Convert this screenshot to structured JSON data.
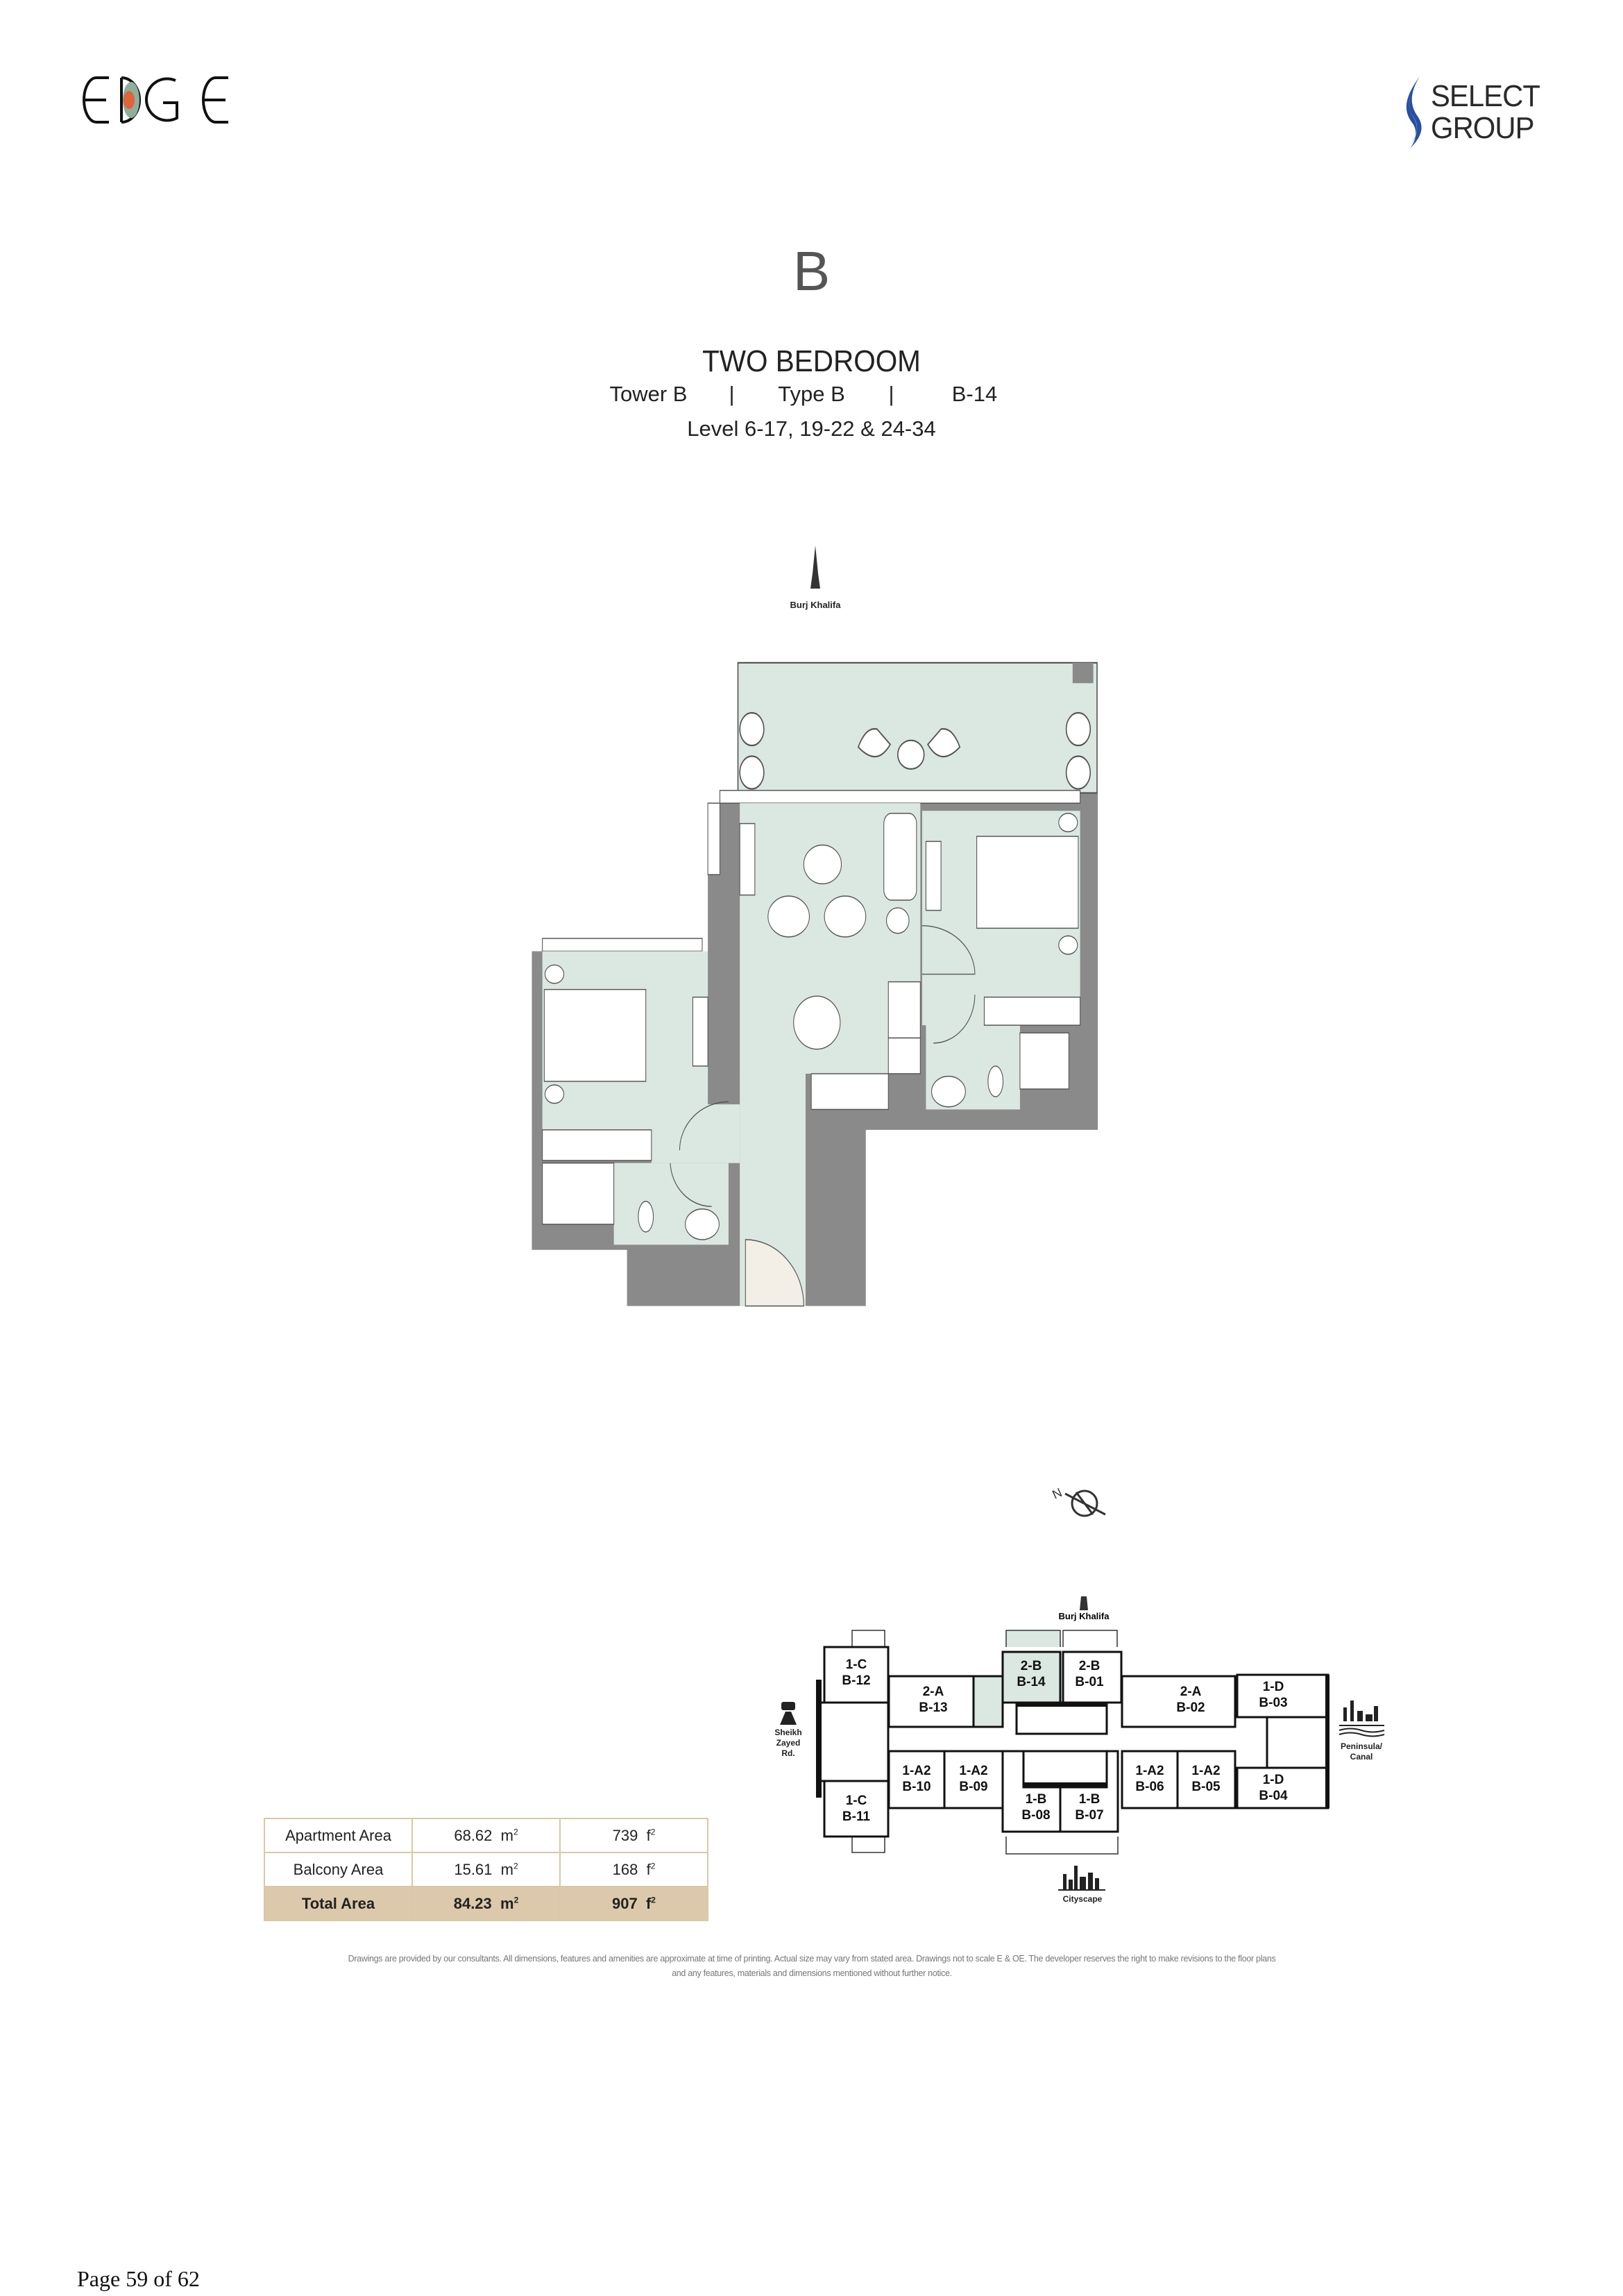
{
  "header": {
    "left_logo": "EDGE",
    "right_logo_line1": "SELECT",
    "right_logo_line2": "GROUP"
  },
  "unit": {
    "type_letter": "B",
    "title": "TWO BEDROOM",
    "tower": "Tower B",
    "separator": "|",
    "type": "Type B",
    "unit_no": "B-14",
    "levels": "Level 6-17, 19-22 & 24-34"
  },
  "floor_plan": {
    "view_label": "Burj Khalifa",
    "colors": {
      "interior": "#dbe8e2",
      "walls": "#8a8a8a",
      "entry": "#f3efe6"
    }
  },
  "key_plan": {
    "compass_label": "N",
    "top_label": "Burj Khalifa",
    "left_label": [
      "Sheikh",
      "Zayed",
      "Rd."
    ],
    "right_label": [
      "Peninsula/",
      "Canal"
    ],
    "bottom_label": "Cityscape",
    "highlight_color": "#dbe8e2",
    "units": [
      {
        "type": "1-C",
        "id": "B-12"
      },
      {
        "type": "2-A",
        "id": "B-13"
      },
      {
        "type": "2-B",
        "id": "B-14",
        "highlighted": true
      },
      {
        "type": "2-B",
        "id": "B-01"
      },
      {
        "type": "2-A",
        "id": "B-02"
      },
      {
        "type": "1-D",
        "id": "B-03"
      },
      {
        "type": "1-C",
        "id": "B-11"
      },
      {
        "type": "1-A2",
        "id": "B-10"
      },
      {
        "type": "1-A2",
        "id": "B-09"
      },
      {
        "type": "1-B",
        "id": "B-08"
      },
      {
        "type": "1-B",
        "id": "B-07"
      },
      {
        "type": "1-A2",
        "id": "B-06"
      },
      {
        "type": "1-A2",
        "id": "B-05"
      },
      {
        "type": "1-D",
        "id": "B-04"
      }
    ]
  },
  "area_table": {
    "rows": [
      {
        "label": "Apartment Area",
        "sqm": "68.62",
        "sqft": "739"
      },
      {
        "label": "Balcony Area",
        "sqm": "15.61",
        "sqft": "168"
      },
      {
        "label": "Total Area",
        "sqm": "84.23",
        "sqft": "907"
      }
    ],
    "sqm_unit": "m",
    "sqft_unit": "f",
    "exponent": "2"
  },
  "disclaimer": {
    "line1": "Drawings are provided by our consultants. All dimensions, features and amenities are approximate at time of printing.  Actual size may vary from stated area. Drawings not to scale E & OE. The developer reserves the right to make revisions to the floor plans",
    "line2": "and any features, materials and dimensions mentioned without further notice."
  },
  "footer": {
    "page": "Page 59 of 62"
  }
}
